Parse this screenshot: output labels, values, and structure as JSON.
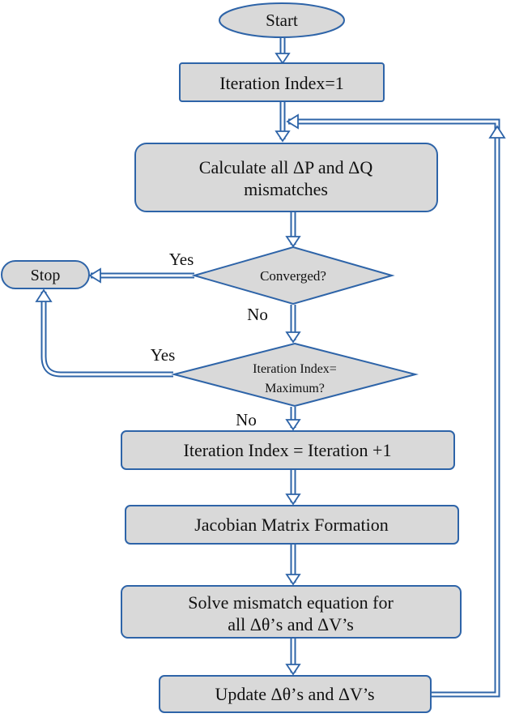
{
  "colors": {
    "node_fill": "#d9d9d9",
    "node_stroke": "#2e64a8",
    "arrow_stroke": "#2e64a8",
    "text": "#111111"
  },
  "nodes": {
    "start": {
      "text": "Start"
    },
    "init": {
      "text": "Iteration Index=1"
    },
    "calc": {
      "line1": "Calculate all ΔP and ΔQ",
      "line2": "mismatches"
    },
    "converged": {
      "text": "Converged?"
    },
    "stop": {
      "text": "Stop"
    },
    "maxcheck": {
      "line1": "Iteration Index=",
      "line2": "Maximum?"
    },
    "increment": {
      "text": "Iteration Index = Iteration +1"
    },
    "jacobian": {
      "text": "Jacobian Matrix Formation"
    },
    "solve": {
      "line1": "Solve mismatch equation for",
      "line2": "all Δθ’s and ΔV’s"
    },
    "update": {
      "text": "Update Δθ’s and ΔV’s"
    }
  },
  "edges": {
    "converged_yes": "Yes",
    "converged_no": "No",
    "max_yes": "Yes",
    "max_no": "No"
  }
}
